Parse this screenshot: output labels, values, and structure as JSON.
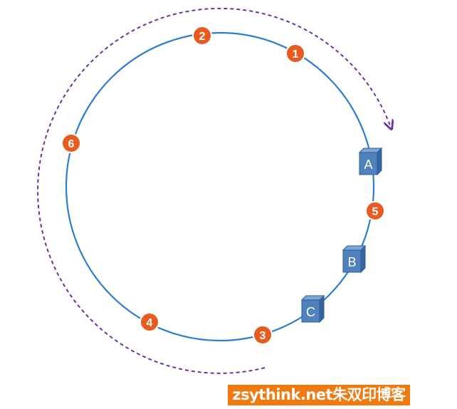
{
  "points": [
    {
      "id": "p1",
      "label": "1"
    },
    {
      "id": "p2",
      "label": "2"
    },
    {
      "id": "p3",
      "label": "3"
    },
    {
      "id": "p4",
      "label": "4"
    },
    {
      "id": "p5",
      "label": "5"
    },
    {
      "id": "p6",
      "label": "6"
    }
  ],
  "servers": [
    {
      "id": "a",
      "label": "A"
    },
    {
      "id": "b",
      "label": "B"
    },
    {
      "id": "c",
      "label": "C"
    }
  ],
  "colors": {
    "ring": "#2a7dd1",
    "point_fill": "#e85a1f",
    "point_stroke": "#ffffff",
    "server_front": "#4f81bd",
    "server_top": "#7aa6d8",
    "server_side": "#35659e",
    "arrow": "#7030a0",
    "watermark_bg": "#f07a10"
  },
  "watermark": {
    "text": "zsythink.net朱双印博客"
  }
}
